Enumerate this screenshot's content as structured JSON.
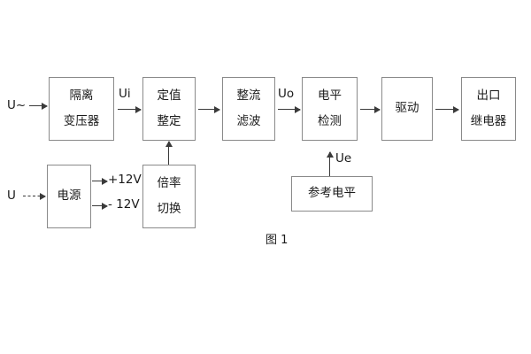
{
  "figure": {
    "caption": "图 1"
  },
  "blocks": [
    {
      "id": "isolation-transformer",
      "line1": "隔离",
      "line2": "变压器"
    },
    {
      "id": "setting-value",
      "line1": "定值",
      "line2": "整定"
    },
    {
      "id": "rectify-filter",
      "line1": "整流",
      "line2": "滤波"
    },
    {
      "id": "level-detect",
      "line1": "电平",
      "line2": "检测"
    },
    {
      "id": "drive",
      "line1": "驱动",
      "line2": ""
    },
    {
      "id": "output-relay",
      "line1": "出口",
      "line2": "继电器"
    },
    {
      "id": "power-supply",
      "line1": "电源",
      "line2": ""
    },
    {
      "id": "multiplier-switch",
      "line1": "倍率",
      "line2": "切换"
    },
    {
      "id": "reference-level",
      "line1": "参考电平",
      "line2": ""
    }
  ],
  "labels": {
    "input_ac": "U~",
    "input_dc": "U",
    "ui": "Ui",
    "uo": "Uo",
    "ue": "Ue",
    "rail_positive": "+12V",
    "rail_negative": "- 12V"
  },
  "colors": {
    "block_border": "#8a8a8a",
    "connector": "#3a3a3a",
    "text": "#1a1a1a",
    "background": "#ffffff"
  }
}
